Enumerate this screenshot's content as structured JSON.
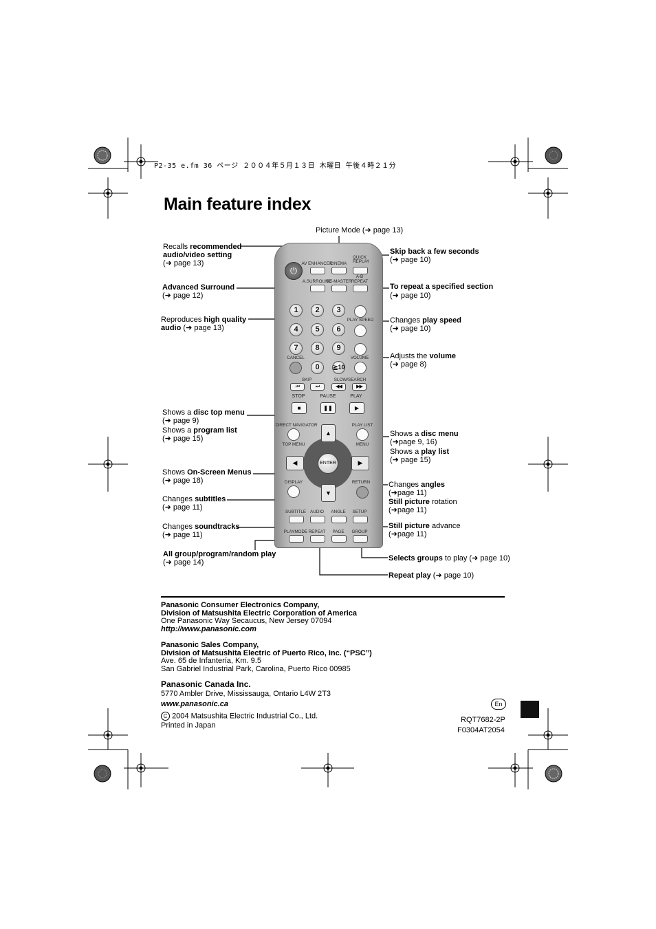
{
  "header_line": "P2-35 e.fm  36 ページ  ２００４年５月１３日  木曜日  午後４時２１分",
  "title": "Main feature index",
  "top_label": "Picture Mode (➜ page 13)",
  "left_labels": [
    {
      "pre": "Recalls ",
      "bold": "recommended",
      "line2_bold": "audio/video setting",
      "ref": "(➜ page 13)"
    },
    {
      "bold": "Advanced Surround",
      "ref": "(➜ page 12)"
    },
    {
      "pre": "Reproduces ",
      "bold": "high quality",
      "line2_bold": "audio",
      "ref_inline": " (➜ page 13)"
    },
    {
      "pre": "Shows a ",
      "bold": "disc top menu",
      "ref": "(➜ page 9)"
    },
    {
      "pre": "Shows a ",
      "bold": "program list",
      "ref": "(➜ page 15)"
    },
    {
      "pre": "Shows ",
      "bold": "On-Screen Menus",
      "ref": "(➜ page 18)"
    },
    {
      "pre": "Changes ",
      "bold": "subtitles",
      "ref": "(➜ page 11)"
    },
    {
      "pre": "Changes ",
      "bold": "soundtracks",
      "ref": "(➜ page 11)"
    },
    {
      "bold": "All group/program/random play",
      "ref": "(➜ page 14)"
    }
  ],
  "right_labels": [
    {
      "bold": "Skip back a few seconds",
      "ref": "(➜ page 10)"
    },
    {
      "bold": "To repeat a specified section",
      "ref": "(➜ page 10)"
    },
    {
      "pre": "Changes ",
      "bold": "play speed",
      "ref": "(➜ page 10)"
    },
    {
      "pre": "Adjusts the ",
      "bold": "volume",
      "ref": "(➜ page 8)"
    },
    {
      "pre": "Shows a ",
      "bold": "disc menu",
      "ref": "(➜page 9, 16)"
    },
    {
      "pre": "Shows a ",
      "bold": "play list",
      "ref": "(➜ page 15)"
    },
    {
      "pre": "Changes ",
      "bold": "angles",
      "ref": "(➜page 11)"
    },
    {
      "bold": "Still picture",
      "post": " rotation",
      "ref": "(➜page 11)"
    },
    {
      "bold": "Still picture",
      "post": " advance",
      "ref": "(➜page 11)"
    },
    {
      "bold": "Selects groups",
      "post": " to play (➜ page 10)"
    },
    {
      "bold": "Repeat play",
      "post": " (➜ page 10)"
    }
  ],
  "remote": {
    "power_icon": "⏻",
    "row1": [
      "AV ENHANCER",
      "CINEMA",
      "QUICK REPLAY"
    ],
    "row1b": "A-B",
    "row2": [
      "A.SURROUND",
      "RE-MASTER",
      "REPEAT"
    ],
    "numbers": [
      "1",
      "2",
      "3",
      "4",
      "5",
      "6",
      "7",
      "8",
      "9",
      "0",
      "≧10"
    ],
    "play_speed": "PLAY SPEED",
    "cancel": "CANCEL",
    "volume": "VOLUME",
    "skip": "SKIP",
    "slow_search": "SLOW/SEARCH",
    "skip_prev": "⏮",
    "skip_next": "⏭",
    "rew": "◀◀",
    "ff": "▶▶",
    "stop": "STOP",
    "pause": "PAUSE",
    "play": "PLAY",
    "stop_icon": "■",
    "pause_icon": "❚❚",
    "play_icon": "▶",
    "direct_navigator": "DIRECT NAVIGATOR",
    "play_list": "PLAY LIST",
    "top_menu": "TOP MENU",
    "menu": "MENU",
    "enter": "ENTER",
    "up": "▲",
    "down": "▼",
    "left": "◀",
    "right": "▶",
    "display": "DISPLAY",
    "return": "RETURN",
    "row_bottom1": [
      "SUBTITLE",
      "AUDIO",
      "ANGLE",
      "SETUP"
    ],
    "row_bottom2": [
      "PLAYMODE",
      "REPEAT",
      "PAGE",
      "GROUP"
    ]
  },
  "footer": {
    "company1_l1": "Panasonic Consumer Electronics Company,",
    "company1_l2": "Division of Matsushita Electric Corporation of America",
    "company1_addr": "One Panasonic Way Secaucus, New Jersey 07094",
    "company1_url": "http://www.panasonic.com",
    "company2_l1": "Panasonic Sales Company,",
    "company2_l2": "Division of Matsushita Electric of Puerto Rico, Inc. (“PSC”)",
    "company2_addr1": "Ave. 65 de Infantería, Km. 9.5",
    "company2_addr2": "San Gabriel Industrial Park, Carolina, Puerto Rico 00985",
    "company3": "Panasonic Canada Inc.",
    "company3_addr": "5770 Ambler Drive, Mississauga, Ontario L4W 2T3",
    "company3_url": "www.panasonic.ca",
    "copyright_symbol": "C",
    "copyright": "2004 Matsushita Electric Industrial Co., Ltd.",
    "printed": "Printed in Japan",
    "lang_badge": "En",
    "code1": "RQT7682-2P",
    "code2": "F0304AT2054"
  }
}
